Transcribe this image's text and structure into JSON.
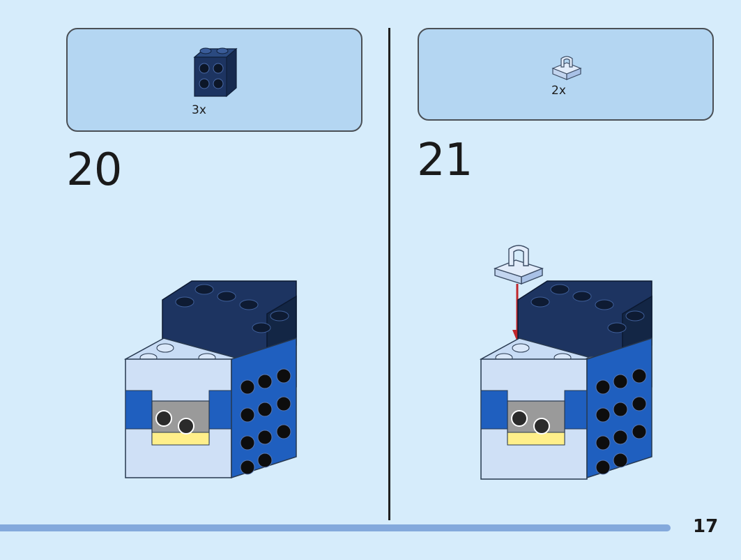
{
  "steps": [
    {
      "number": "20",
      "parts": [
        {
          "quantity": "3x",
          "part_name": "dark-blue-2x2-brick-with-side-studs-icon",
          "color": "#1d3461"
        }
      ]
    },
    {
      "number": "21",
      "parts": [
        {
          "quantity": "2x",
          "part_name": "light-blue-1x1-plate-with-clip-icon",
          "color": "#cfe0f6"
        }
      ]
    }
  ],
  "page_number": "17",
  "colors": {
    "background": "#d6ecfb",
    "parts_box": "#b4d6f2",
    "dark_blue": "#1d3461",
    "medium_blue": "#1f5fbf",
    "light_blue": "#cfe0f6",
    "insert_arrow": "#c0262b",
    "progress_bar": "#84a9dc"
  }
}
